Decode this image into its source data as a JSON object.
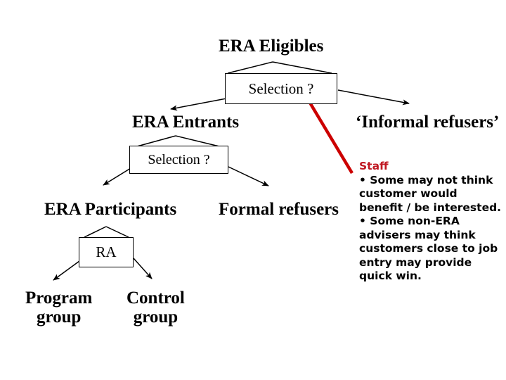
{
  "diagram": {
    "title_node": "ERA Eligibles",
    "nodes": {
      "era_eligibles": "ERA Eligibles",
      "selection_1": "Selection ?",
      "era_entrants": "ERA Entrants",
      "informal_refusers": "‘Informal refusers’",
      "selection_2": "Selection ?",
      "era_participants": "ERA Participants",
      "formal_refusers": "Formal refusers",
      "ra": "RA",
      "program_group_line1": "Program",
      "program_group_line2": "group",
      "control_group_line1": "Control",
      "control_group_line2": "group"
    },
    "annotation": {
      "heading": "Staff",
      "bullets": [
        "• Some may not think customer would benefit / be interested.",
        "• Some non-ERA advisers may think customers close to job entry may provide quick win."
      ]
    },
    "colors": {
      "text": "#000000",
      "annotation_heading": "#C01822",
      "pointer_line": "#CC0000",
      "box_border": "#000000",
      "background": "#FFFFFF"
    },
    "edges": [
      {
        "name": "eligibles-to-selection-left",
        "from": "era-eligibles",
        "to": "selection-box-1",
        "arrow": false
      },
      {
        "name": "eligibles-to-selection-right",
        "from": "era-eligibles",
        "to": "selection-box-1",
        "arrow": false
      },
      {
        "name": "selection1-to-entrants",
        "from": "selection-box-1",
        "to": "era-entrants",
        "arrow": true
      },
      {
        "name": "selection1-to-informal",
        "from": "selection-box-1",
        "to": "informal-refusers",
        "arrow": true
      },
      {
        "name": "entrants-to-selection2-left",
        "from": "era-entrants",
        "to": "selection-box-2",
        "arrow": false
      },
      {
        "name": "entrants-to-selection2-right",
        "from": "era-entrants",
        "to": "selection-box-2",
        "arrow": false
      },
      {
        "name": "selection2-to-participants",
        "from": "selection-box-2",
        "to": "era-participants",
        "arrow": true
      },
      {
        "name": "selection2-to-formal",
        "from": "selection-box-2",
        "to": "formal-refusers",
        "arrow": true
      },
      {
        "name": "participants-to-ra-left",
        "from": "era-participants",
        "to": "ra-box",
        "arrow": false
      },
      {
        "name": "participants-to-ra-right",
        "from": "era-participants",
        "to": "ra-box",
        "arrow": false
      },
      {
        "name": "ra-to-program-group",
        "from": "ra-box",
        "to": "program-group",
        "arrow": true
      },
      {
        "name": "ra-to-control-group",
        "from": "ra-box",
        "to": "control-group",
        "arrow": true
      },
      {
        "name": "selection1-to-staff-note",
        "from": "selection-box-1",
        "to": "staff-note",
        "arrow": false
      }
    ]
  }
}
